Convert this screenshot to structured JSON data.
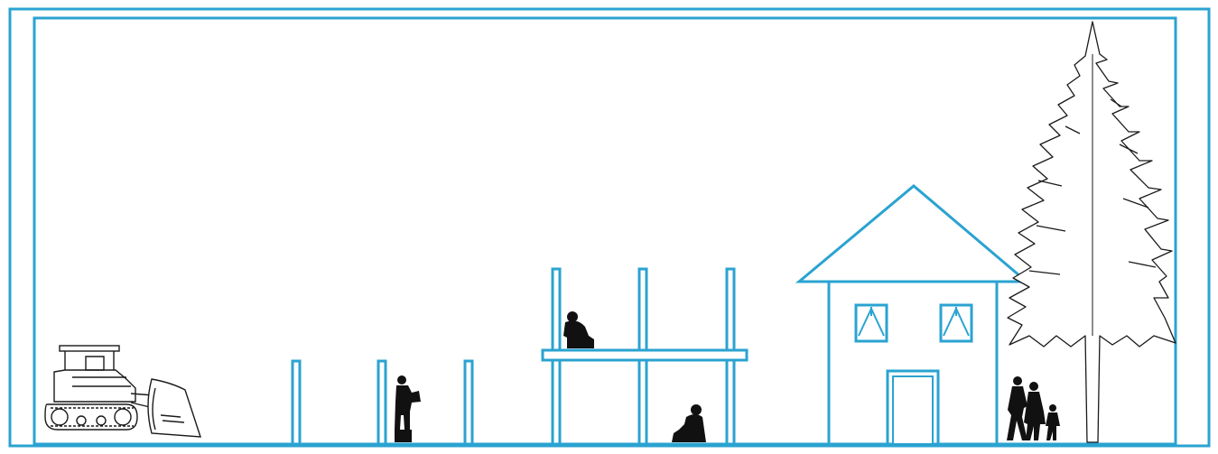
{
  "palette": {
    "frame": "#2aa3d1",
    "structure": "#2aa3d1",
    "silhouette": "#111111",
    "outline": "#1a1a1a",
    "background": "#ffffff"
  },
  "scene": {
    "stages": [
      {
        "id": "site-clearing",
        "icon": "bulldozer-icon"
      },
      {
        "id": "foundation",
        "icon": "footing-posts"
      },
      {
        "id": "framing",
        "icon": "frame-with-floor"
      },
      {
        "id": "completed-house",
        "icon": "house-icon"
      },
      {
        "id": "landscape",
        "icon": "pine-tree-icon"
      }
    ],
    "figures": [
      "worker-reading-plans-icon",
      "worker-kneeling-upper-icon",
      "worker-kneeling-ground-icon",
      "family-walking-icon"
    ]
  }
}
